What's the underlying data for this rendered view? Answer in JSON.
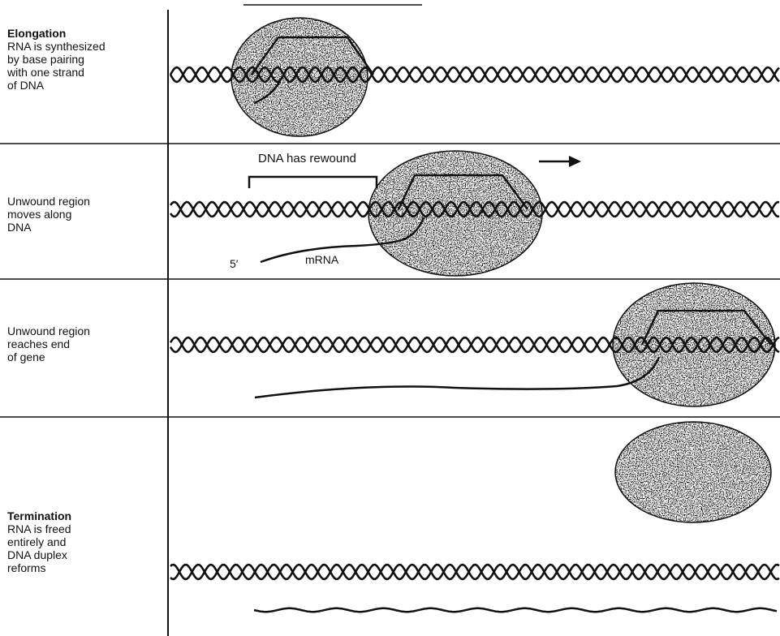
{
  "stages": [
    {
      "id": "elongation",
      "heading": "Elongation",
      "description": "RNA is synthesized\nby base pairing\nwith one strand\nof DNA"
    },
    {
      "id": "unwound-moves",
      "heading": "",
      "description": "Unwound region\nmoves along\nDNA"
    },
    {
      "id": "reaches-end",
      "heading": "",
      "description": "Unwound region\nreaches end\nof gene"
    },
    {
      "id": "termination",
      "heading": "Termination",
      "description": "RNA is freed\nentirely and\nDNA duplex\nreforms"
    }
  ],
  "annotations": {
    "rewound": "DNA has rewound",
    "five_prime": "5′",
    "mrna": "mRNA"
  },
  "colors": {
    "ink": "#111111",
    "stipple": "#333333",
    "background": "#ffffff"
  }
}
